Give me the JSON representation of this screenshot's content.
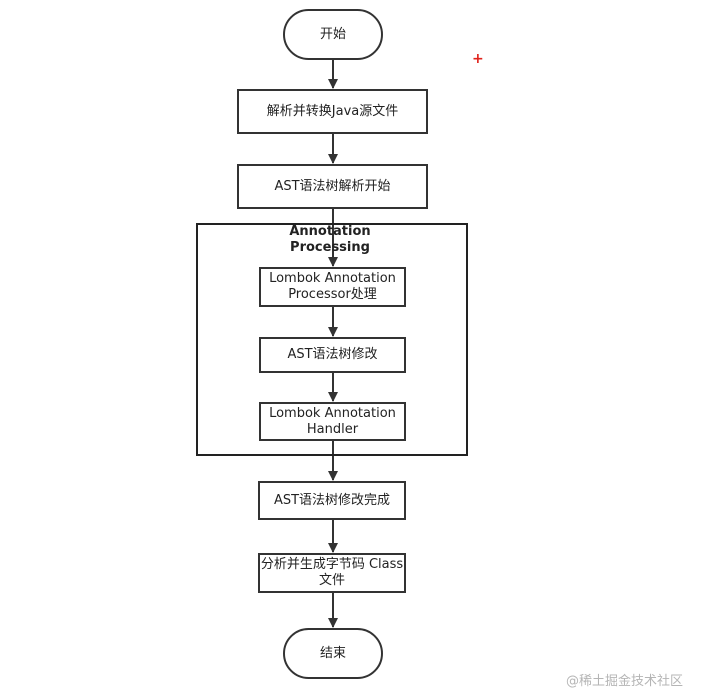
{
  "diagram": {
    "nodes": [
      {
        "id": "start",
        "label": "开始"
      },
      {
        "id": "parse",
        "label": "解析并转换Java源文件"
      },
      {
        "id": "ast_parse",
        "label": "AST语法树解析开始"
      },
      {
        "id": "lombok_processor",
        "label": "Lombok Annotation Processor处理"
      },
      {
        "id": "ast_modify",
        "label": "AST语法树修改"
      },
      {
        "id": "lombok_handler",
        "label": "Lombok Annotation Handler"
      },
      {
        "id": "ast_done",
        "label": "AST语法树修改完成"
      },
      {
        "id": "bytecode",
        "label": "分析并生成字节码 Class文件"
      },
      {
        "id": "end",
        "label": "结束"
      }
    ],
    "group": {
      "label": "Annotation Processing"
    },
    "edges": [
      [
        "start",
        "parse"
      ],
      [
        "parse",
        "ast_parse"
      ],
      [
        "ast_parse",
        "lombok_processor"
      ],
      [
        "lombok_processor",
        "ast_modify"
      ],
      [
        "ast_modify",
        "lombok_handler"
      ],
      [
        "lombok_handler",
        "ast_done"
      ],
      [
        "ast_done",
        "bytecode"
      ],
      [
        "bytecode",
        "end"
      ]
    ]
  },
  "marker": "+",
  "watermark": "@稀土掘金技术社区"
}
